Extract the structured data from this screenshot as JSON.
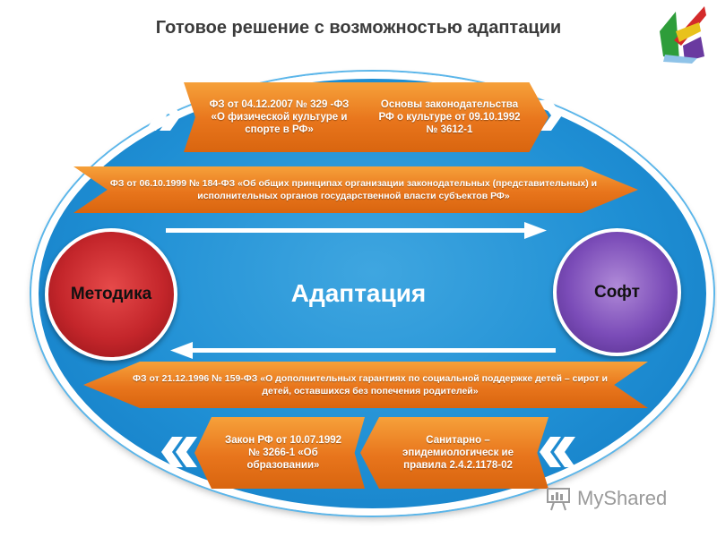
{
  "title": "Готовое решение с возможностью адаптации",
  "boxes": {
    "top_left": "ФЗ от 04.12.2007 № 329 -ФЗ «О физической культуре и спорте в РФ»",
    "top_right": "Основы законодательства РФ о культуре от 09.10.1992 № 3612-1",
    "upper_wide": "ФЗ от 06.10.1999 № 184-ФЗ «Об общих принципах организации законодательных (представительных) и исполнительных органов государственной власти субъектов РФ»",
    "lower_wide": "ФЗ от 21.12.1996 № 159-ФЗ «О дополнительных гарантиях по социальной поддержке детей – сирот и детей, оставшихся без попечения родителей»",
    "bottom_left": "Закон РФ от 10.07.1992 № 3266-1 «Об образовании»",
    "bottom_right": "Санитарно – эпидемиологическ ие правила 2.4.2.1178-02"
  },
  "circles": {
    "left": "Методика",
    "right": "Софт"
  },
  "center_label": "Адаптация",
  "watermark": {
    "text": "MyShared"
  },
  "colors": {
    "oval_blue": "#1f8fd4",
    "box_orange": "#e8751c",
    "circle_red": "#c4262b",
    "circle_purple": "#7b4cb8",
    "title_gray": "#3b3b3b"
  }
}
